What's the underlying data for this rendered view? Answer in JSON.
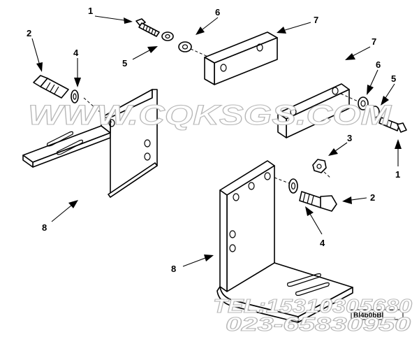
{
  "callouts": {
    "upper_left": {
      "bolt": "1",
      "bolt_lower": "2",
      "washer_lock": "5",
      "washer_flat": "6",
      "plate": "7",
      "washer_bracket": "4",
      "bracket": "8"
    },
    "right": {
      "plate": "7",
      "washer_flat": "6",
      "washer_lock": "5",
      "nut": "3",
      "bolt": "1",
      "bolt_lower": "2",
      "washer_bracket": "4",
      "bracket": "8"
    }
  },
  "figure_ref": "Bl4b0bBl",
  "watermark": {
    "site": "WWW.CQKSGS.COM",
    "tel": "TEL:15310305680",
    "phone": "023-65830950"
  }
}
